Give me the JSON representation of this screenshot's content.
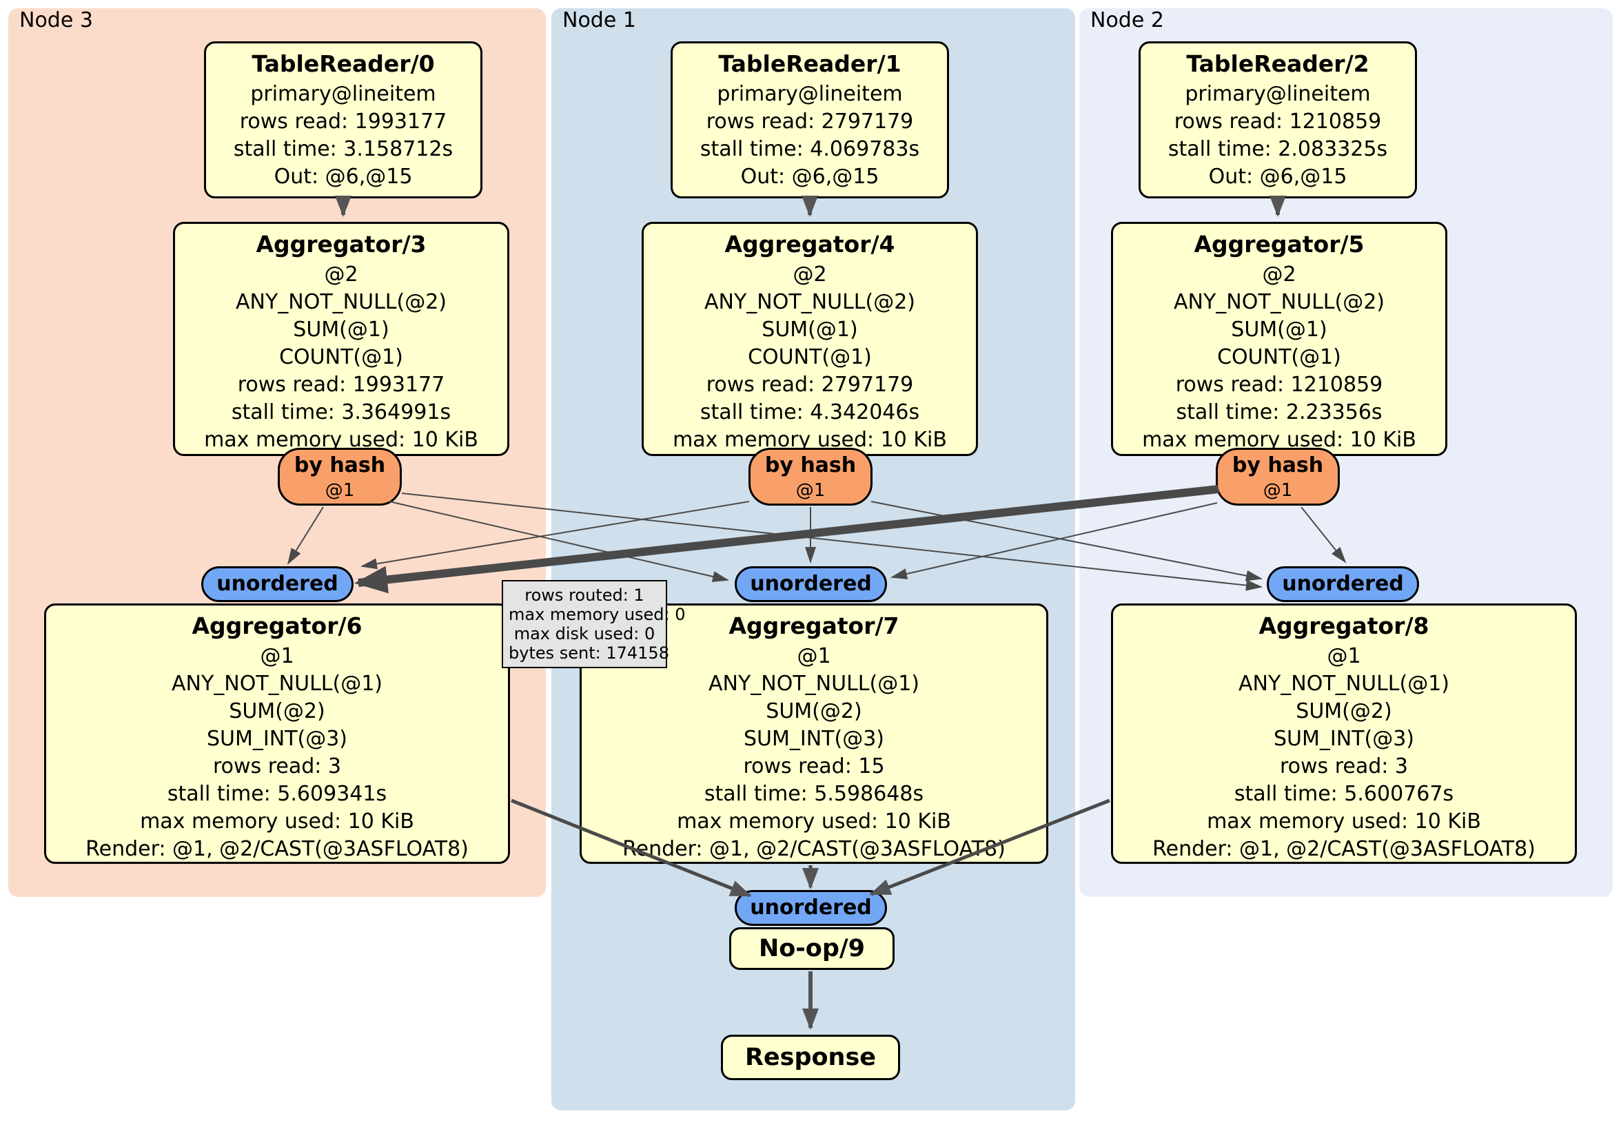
{
  "panels": [
    {
      "label": "Node 3"
    },
    {
      "label": "Node 1"
    },
    {
      "label": "Node 2"
    }
  ],
  "routers": {
    "hash_label": "by hash",
    "hash_sub": "@1",
    "sync_label": "unordered"
  },
  "tooltip": {
    "lines": [
      "rows routed: 1",
      "max memory used: 0",
      "max disk used: 0",
      "bytes sent: 174158"
    ]
  },
  "nodes": {
    "tr0": {
      "title": "TableReader/0",
      "lines": [
        "primary@lineitem",
        "rows read: 1993177",
        "stall time: 3.158712s",
        "Out: @6,@15"
      ]
    },
    "tr1": {
      "title": "TableReader/1",
      "lines": [
        "primary@lineitem",
        "rows read: 2797179",
        "stall time: 4.069783s",
        "Out: @6,@15"
      ]
    },
    "tr2": {
      "title": "TableReader/2",
      "lines": [
        "primary@lineitem",
        "rows read: 1210859",
        "stall time: 2.083325s",
        "Out: @6,@15"
      ]
    },
    "agg3": {
      "title": "Aggregator/3",
      "lines": [
        "@2",
        "ANY_NOT_NULL(@2)",
        "SUM(@1)",
        "COUNT(@1)",
        "rows read: 1993177",
        "stall time: 3.364991s",
        "max memory used: 10 KiB"
      ]
    },
    "agg4": {
      "title": "Aggregator/4",
      "lines": [
        "@2",
        "ANY_NOT_NULL(@2)",
        "SUM(@1)",
        "COUNT(@1)",
        "rows read: 2797179",
        "stall time: 4.342046s",
        "max memory used: 10 KiB"
      ]
    },
    "agg5": {
      "title": "Aggregator/5",
      "lines": [
        "@2",
        "ANY_NOT_NULL(@2)",
        "SUM(@1)",
        "COUNT(@1)",
        "rows read: 1210859",
        "stall time: 2.23356s",
        "max memory used: 10 KiB"
      ]
    },
    "agg6": {
      "title": "Aggregator/6",
      "lines": [
        "@1",
        "ANY_NOT_NULL(@1)",
        "SUM(@2)",
        "SUM_INT(@3)",
        "rows read: 3",
        "stall time: 5.609341s",
        "max memory used: 10 KiB",
        "Render: @1, @2/CAST(@3ASFLOAT8)"
      ]
    },
    "agg7": {
      "title": "Aggregator/7",
      "lines": [
        "@1",
        "ANY_NOT_NULL(@1)",
        "SUM(@2)",
        "SUM_INT(@3)",
        "rows read: 15",
        "stall time: 5.598648s",
        "max memory used: 10 KiB",
        "Render: @1, @2/CAST(@3ASFLOAT8)"
      ]
    },
    "agg8": {
      "title": "Aggregator/8",
      "lines": [
        "@1",
        "ANY_NOT_NULL(@1)",
        "SUM(@2)",
        "SUM_INT(@3)",
        "rows read: 3",
        "stall time: 5.600767s",
        "max memory used: 10 KiB",
        "Render: @1, @2/CAST(@3ASFLOAT8)"
      ]
    },
    "noop": {
      "title": "No-op/9"
    },
    "response": {
      "title": "Response"
    }
  },
  "colors": {
    "node_fill": "#ffffcf",
    "router_fill": "#f9a06a",
    "sync_fill": "#72a7f5",
    "panel_node3": "#fbdcca",
    "panel_node1": "#cfdfec",
    "panel_node2": "#e9eef8",
    "edge": "#4a4a4a",
    "tooltip_fill": "#e4e4e4"
  }
}
